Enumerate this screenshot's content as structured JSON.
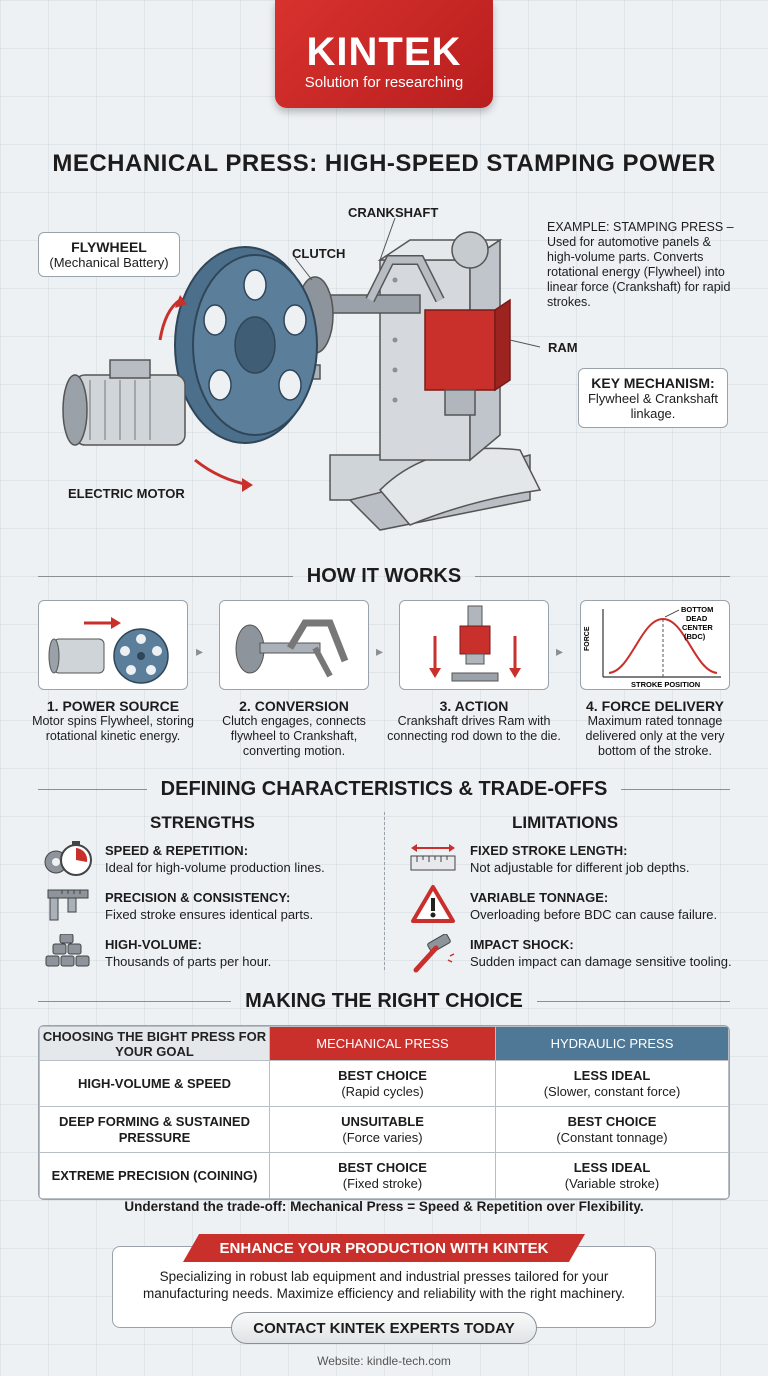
{
  "header": {
    "brand": "KINTEK",
    "tagline": "Solution for researching"
  },
  "title": "MECHANICAL PRESS: HIGH-SPEED STAMPING POWER",
  "hero": {
    "flywheel_title": "FLYWHEEL",
    "flywheel_sub": "(Mechanical Battery)",
    "clutch": "CLUTCH",
    "crankshaft": "CRANKSHAFT",
    "ram": "RAM",
    "electric_motor": "ELECTRIC MOTOR",
    "example": "EXAMPLE: STAMPING PRESS – Used for automotive panels & high-volume parts. Converts rotational energy (Flywheel) into linear force (Crankshaft) for rapid strokes.",
    "key_mechanism_title": "KEY MECHANISM:",
    "key_mechanism_text": "Flywheel & Crankshaft linkage.",
    "colors": {
      "flywheel": "#5b7f9b",
      "ram": "#c9302c",
      "frame": "#d5d9dd"
    }
  },
  "how_it_works": {
    "heading": "HOW IT WORKS",
    "steps": [
      {
        "title": "1. POWER SOURCE",
        "desc": "Motor spins Flywheel, storing rotational kinetic energy."
      },
      {
        "title": "2. CONVERSION",
        "desc": "Clutch engages, connects flywheel to Crankshaft, converting motion."
      },
      {
        "title": "3. ACTION",
        "desc": "Crankshaft drives Ram with connecting rod down to the die."
      },
      {
        "title": "4. FORCE DELIVERY",
        "desc": "Maximum rated tonnage delivered only at the very bottom of the stroke."
      }
    ],
    "graph": {
      "ylabel": "FORCE",
      "xlabel": "STROKE POSITION",
      "annotation_1": "BOTTOM",
      "annotation_2": "DEAD",
      "annotation_3": "CENTER",
      "annotation_4": "(BDC)"
    }
  },
  "characteristics": {
    "heading": "DEFINING CHARACTERISTICS & TRADE-OFFS",
    "strengths_heading": "STRENGTHS",
    "limitations_heading": "LIMITATIONS",
    "strengths": [
      {
        "title": "SPEED & REPETITION:",
        "desc": "Ideal for high-volume production lines.",
        "icon": "stopwatch-gear-icon"
      },
      {
        "title": "PRECISION & CONSISTENCY:",
        "desc": "Fixed stroke ensures identical parts.",
        "icon": "caliper-icon"
      },
      {
        "title": "HIGH-VOLUME:",
        "desc": "Thousands of parts per hour.",
        "icon": "stacked-parts-icon"
      }
    ],
    "limitations": [
      {
        "title": "FIXED STROKE LENGTH:",
        "desc": "Not adjustable for different job depths.",
        "icon": "ruler-icon"
      },
      {
        "title": "VARIABLE TONNAGE:",
        "desc": "Overloading before BDC can cause failure.",
        "icon": "warning-icon"
      },
      {
        "title": "IMPACT SHOCK:",
        "desc": "Sudden impact can damage sensitive tooling.",
        "icon": "hammer-icon"
      }
    ]
  },
  "choice": {
    "heading": "MAKING THE RIGHT CHOICE",
    "header_goal": "CHOOSING THE BIGHT PRESS FOR YOUR GOAL",
    "header_mech": "MECHANICAL PRESS",
    "header_hyd": "HYDRAULIC PRESS",
    "rows": [
      {
        "goal": "HIGH-VOLUME & SPEED",
        "mech_main": "BEST CHOICE",
        "mech_sub": "(Rapid cycles)",
        "hyd_main": "LESS IDEAL",
        "hyd_sub": "(Slower, constant force)"
      },
      {
        "goal": "DEEP FORMING & SUSTAINED PRESSURE",
        "mech_main": "UNSUITABLE",
        "mech_sub": "(Force varies)",
        "hyd_main": "BEST CHOICE",
        "hyd_sub": "(Constant tonnage)"
      },
      {
        "goal": "EXTREME PRECISION (COINING)",
        "mech_main": "BEST CHOICE",
        "mech_sub": "(Fixed stroke)",
        "hyd_main": "LESS IDEAL",
        "hyd_sub": "(Variable stroke)"
      }
    ],
    "tradeoff": "Understand the trade-off: Mechanical Press = Speed & Repetition over Flexibility."
  },
  "cta": {
    "ribbon": "ENHANCE YOUR PRODUCTION WITH KINTEK",
    "text": "Specializing in robust lab equipment and industrial presses tailored for your manufacturing needs. Maximize efficiency and reliability with the right machinery.",
    "button": "CONTACT KINTEK EXPERTS TODAY",
    "website": "Website: kindle-tech.com"
  }
}
